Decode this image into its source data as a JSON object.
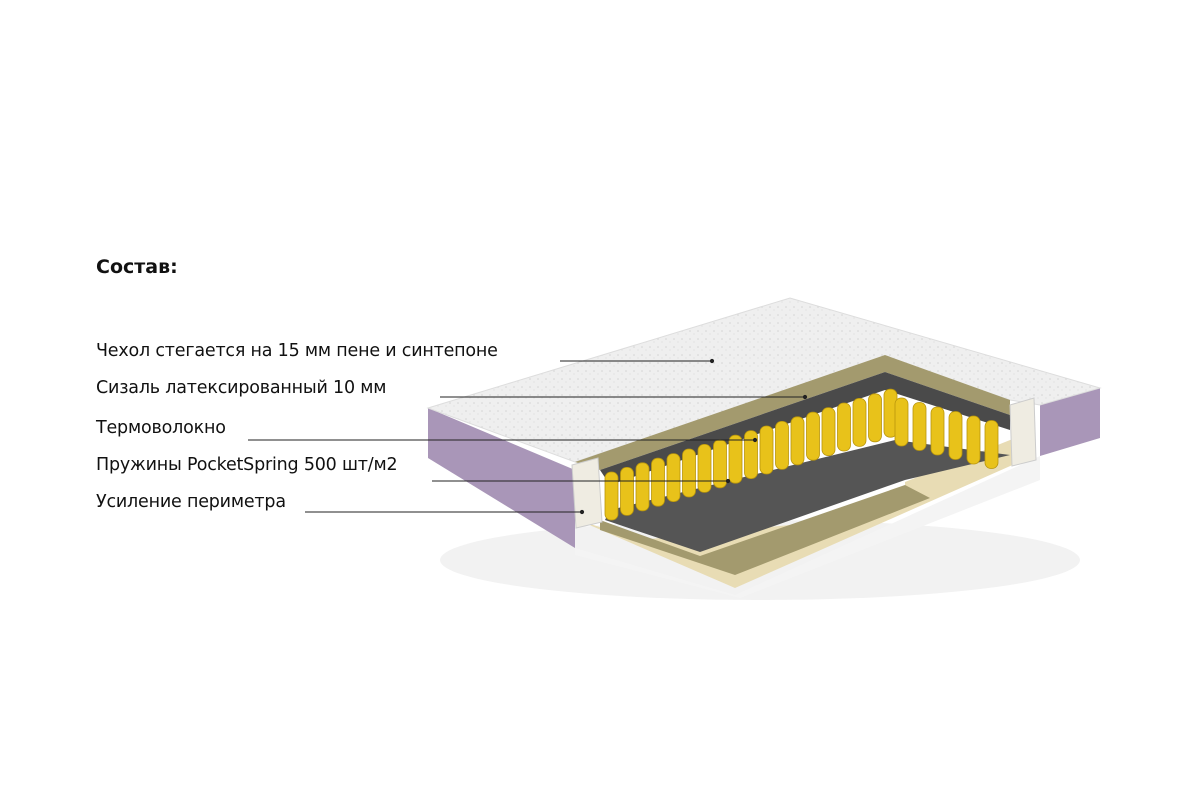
{
  "heading": "Состав:",
  "layers": [
    {
      "label": "Чехол стегается на 15 мм пене и синтепоне"
    },
    {
      "label": "Сизаль латексированный 10 мм"
    },
    {
      "label": "Термоволокно"
    },
    {
      "label": "Пружины PocketSpring 500 шт/м2"
    },
    {
      "label": "Усиление периметра"
    }
  ],
  "colors": {
    "cover": "#eeeeee",
    "side": "#a996b8",
    "sisal": "#a39a6e",
    "thermofiber": "#4a4a4a",
    "springs": "#e8c21a",
    "base": "#e8dcb4",
    "perimeter": "#efece2"
  }
}
